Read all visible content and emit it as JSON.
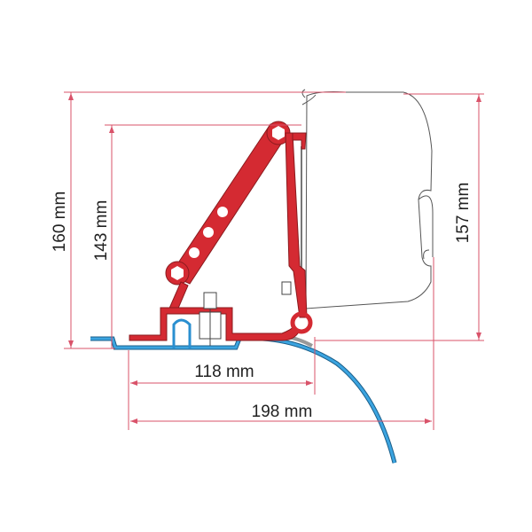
{
  "dimensions": {
    "total_height": "160 mm",
    "bracket_height": "143 mm",
    "awning_height": "157 mm",
    "bracket_width": "118 mm",
    "total_width": "198 mm"
  },
  "colors": {
    "dimension_lines": "#d9536a",
    "bracket": "#d42a32",
    "roof_profile": "#2a8fd0",
    "awning_outline": "#555555"
  }
}
